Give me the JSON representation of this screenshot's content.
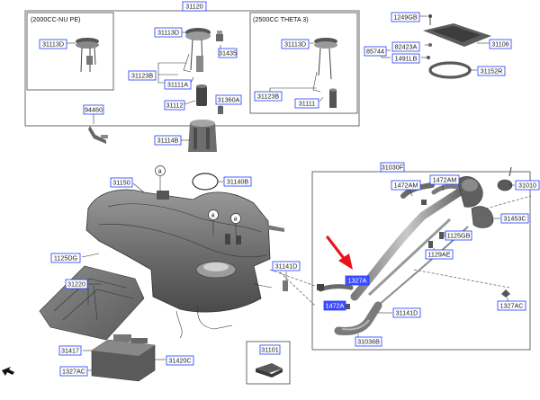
{
  "variants": {
    "nu_pe": "(2000CC-NU PE)",
    "theta": "(2500CC THETA 3)"
  },
  "circle_marker": "a",
  "labels": {
    "p31120": "31120",
    "p31113_left": "31113D",
    "p31113_mid": "31113D",
    "p31113_right": "31113D",
    "p31435": "31435",
    "p31123_mid": "31123B",
    "p31123_right": "31123B",
    "p31111a": "31111A",
    "p31111": "31111",
    "p31112": "31112",
    "p31360": "31360A",
    "p31114": "31114B",
    "p94460": "94460",
    "p1249gb": "1249GB",
    "p85744": "85744",
    "p82423": "82423A",
    "p1491lb": "1491LB",
    "p31106": "31106",
    "p31152": "31152R",
    "p31150": "31150",
    "p31140": "31140B",
    "p1125dg": "1125DG",
    "p31220": "31220",
    "p31417": "31417",
    "p1327ac_left": "1327AC",
    "p31420": "31420C",
    "p31101": "31101",
    "p31141d_top": "31141D",
    "p31030": "31030F",
    "p1472am_l": "1472AM",
    "p1472am_r": "1472AM",
    "p31010": "31010",
    "p31453": "31453C",
    "p1125gb": "1125GB",
    "p1129ae": "1129AE",
    "p1327ac_right": "1327AC",
    "p1327a_sel": "1327A",
    "p1472a_sel": "1472A",
    "p31141d_bot": "31141D",
    "p31036": "31036B"
  },
  "colors": {
    "label_border": "#1f3cff",
    "label_selected_fill": "#3f4cff",
    "pointer_arrow": "#e8141b"
  }
}
